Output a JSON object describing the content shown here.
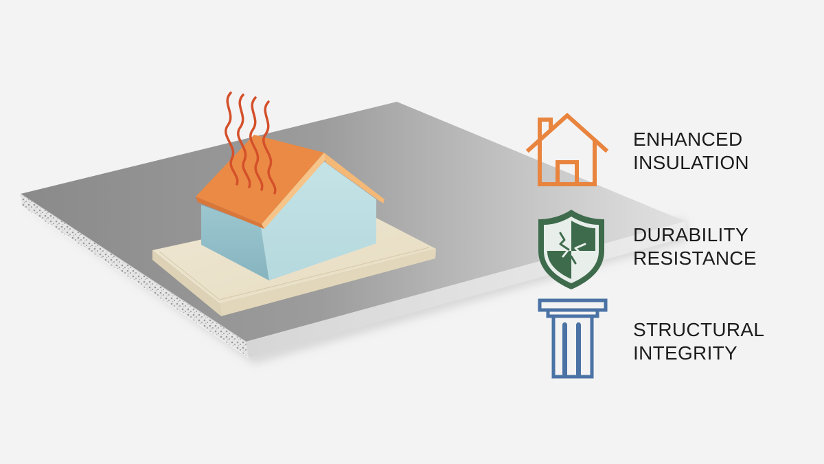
{
  "illustration": {
    "subject": "Insulated building panel with house model",
    "colors": {
      "background": "#f3f3f3",
      "panel_top_dark": "#8e8e8e",
      "panel_top_light": "#d6d6d6",
      "panel_edge": "#e3e3e3",
      "panel_core": "#d9d9d9",
      "base_slab": "#ece4cf",
      "house_wall_front": "#bcdfe2",
      "house_wall_side": "#8fbcc6",
      "roof": "#ea8a45",
      "roof_trim": "#f6c489",
      "heat_waves": "#d4502a"
    },
    "heat_waves_count": 4
  },
  "features": [
    {
      "icon": "house-icon",
      "color": "#e8843e",
      "line1": "ENHANCED",
      "line2": "INSULATION"
    },
    {
      "icon": "cracked-shield-icon",
      "color": "#3e6b4c",
      "line1": "DURABILITY",
      "line2": "RESISTANCE"
    },
    {
      "icon": "column-pillar-icon",
      "color": "#4a72a4",
      "line1": "STRUCTURAL",
      "line2": "INTEGRITY"
    }
  ]
}
